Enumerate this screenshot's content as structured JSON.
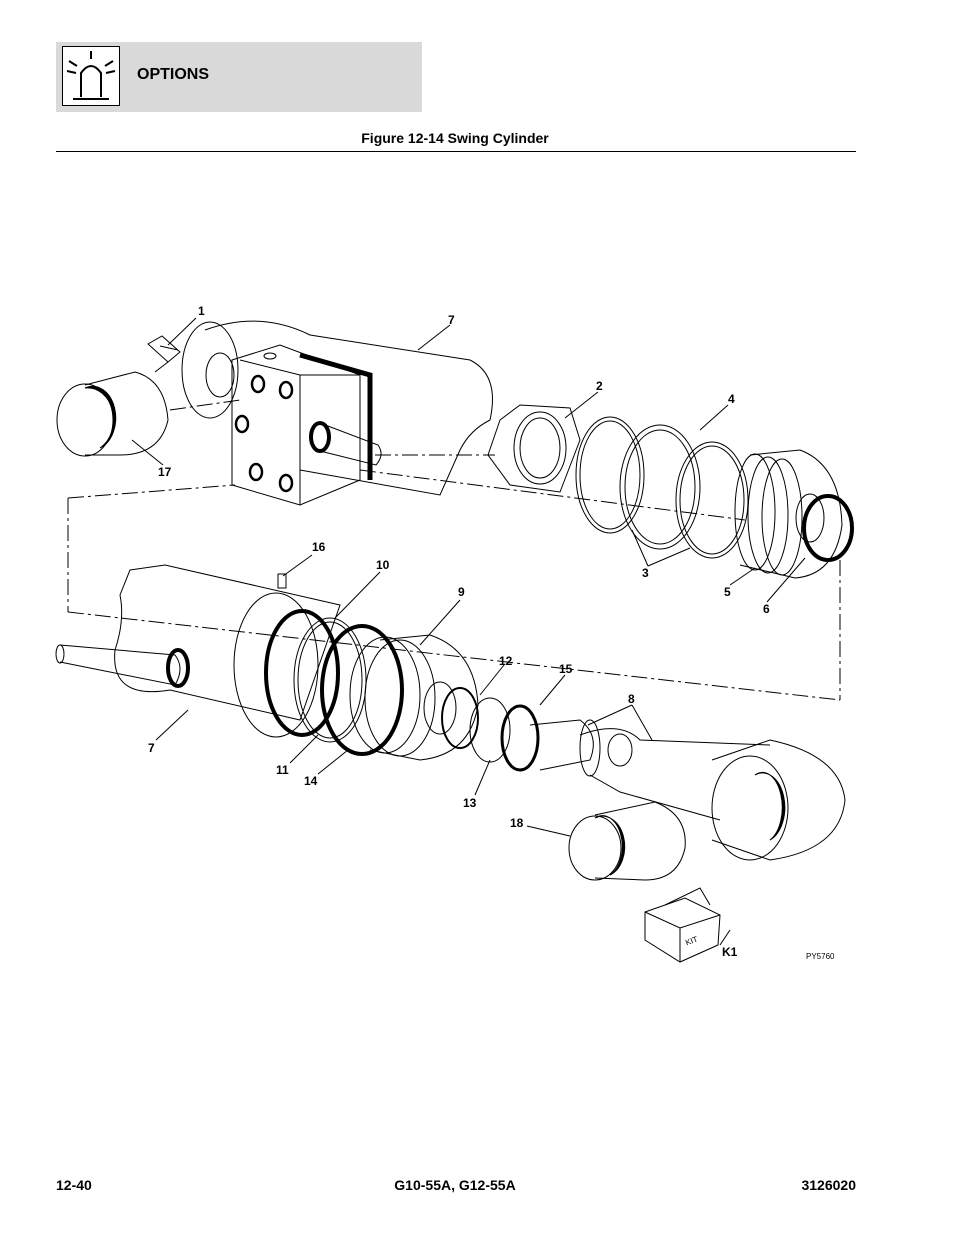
{
  "header": {
    "section_title": "OPTIONS",
    "icon": "beacon-light-icon"
  },
  "figure": {
    "title": "Figure 12-14 Swing Cylinder",
    "drawing_code": "PY5760",
    "kit_box_text": "KIT"
  },
  "callouts": {
    "c1": "1",
    "c2": "2",
    "c3": "3",
    "c4": "4",
    "c5": "5",
    "c6": "6",
    "c7a": "7",
    "c7b": "7",
    "c8": "8",
    "c9": "9",
    "c10": "10",
    "c11": "11",
    "c12": "12",
    "c13": "13",
    "c14": "14",
    "c15": "15",
    "c16": "16",
    "c17": "17",
    "c18": "18",
    "k1": "K1"
  },
  "footer": {
    "page_number": "12-40",
    "models": "G10-55A, G12-55A",
    "doc_number": "3126020"
  }
}
